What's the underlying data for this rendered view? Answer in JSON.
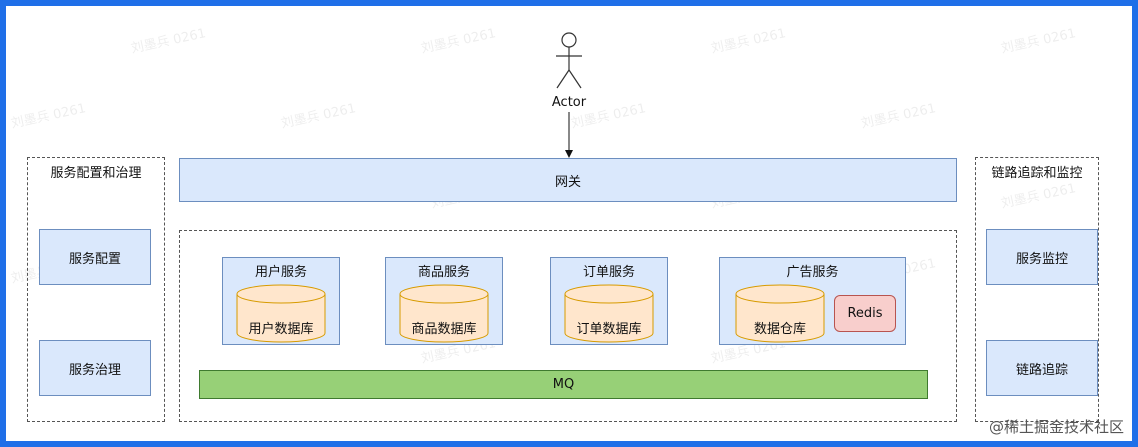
{
  "actor": {
    "label": "Actor"
  },
  "gateway": {
    "label": "网关"
  },
  "left_panel": {
    "title": "服务配置和治理",
    "items": [
      {
        "label": "服务配置"
      },
      {
        "label": "服务治理"
      }
    ]
  },
  "right_panel": {
    "title": "链路追踪和监控",
    "items": [
      {
        "label": "服务监控"
      },
      {
        "label": "链路追踪"
      }
    ]
  },
  "services": [
    {
      "title": "用户服务",
      "db": "用户数据库"
    },
    {
      "title": "商品服务",
      "db": "商品数据库"
    },
    {
      "title": "订单服务",
      "db": "订单数据库"
    },
    {
      "title": "广告服务",
      "db": "数据仓库",
      "cache": "Redis"
    }
  ],
  "mq": {
    "label": "MQ"
  },
  "watermark": "刘墨兵 0261",
  "footer": "@稀土掘金技术社区",
  "colors": {
    "border": "#1f6fe8",
    "service_fill": "#dae8fc",
    "db_fill": "#ffe6cc",
    "mq_fill": "#97d077",
    "redis_fill": "#f8cecc"
  }
}
